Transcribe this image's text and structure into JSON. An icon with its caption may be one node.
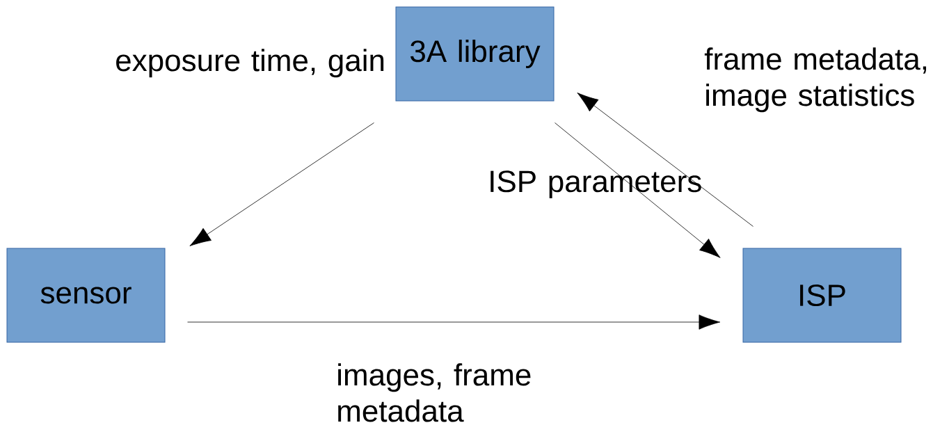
{
  "diagram": {
    "nodes": [
      {
        "text": [
          "3A library"
        ]
      },
      {
        "text": [
          "sensor"
        ]
      },
      {
        "text": [
          "ISP"
        ]
      }
    ],
    "edges": [
      {
        "from": 0,
        "to": 1,
        "arrow": "to",
        "label": "exposure time, gain"
      },
      {
        "from": 0,
        "to": 2,
        "arrow": "to",
        "label": "ISP parameters"
      },
      {
        "from": 2,
        "to": 0,
        "arrow": "to",
        "label": "frame metadata, image statistics"
      },
      {
        "from": 1,
        "to": 2,
        "arrow": "to",
        "label": "images, frame metadata"
      }
    ]
  }
}
